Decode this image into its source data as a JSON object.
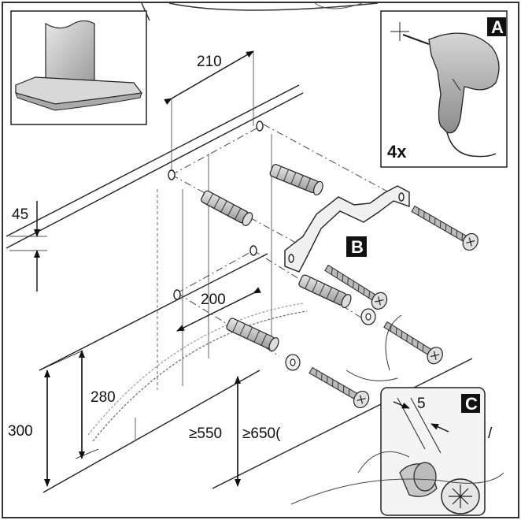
{
  "dimensions": {
    "d210": "210",
    "d45": "45",
    "d200": "200",
    "d280": "280",
    "d300": "300",
    "d550": "≥550",
    "d650": "≥650(",
    "paren_close": ")",
    "slash": "/"
  },
  "inset_a": {
    "badge": "A",
    "count": "4x"
  },
  "callout_b": {
    "badge": "B"
  },
  "inset_c": {
    "badge": "C",
    "gap": "5"
  },
  "colors": {
    "badge_bg": "#111111",
    "line": "#1a1a1a",
    "panel_bg": "#f4f4f4"
  }
}
